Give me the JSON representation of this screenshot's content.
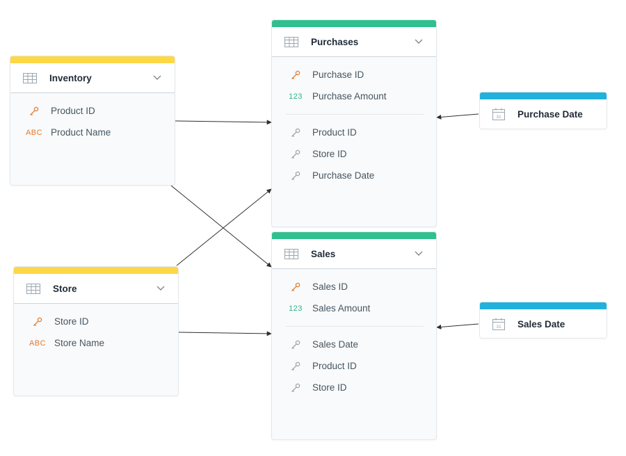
{
  "datasets": {
    "inventory": {
      "title": "Inventory",
      "fields": [
        {
          "type": "key-icon",
          "label": "Product ID"
        },
        {
          "type": "abc",
          "type_label": "ABC",
          "label": "Product Name"
        }
      ]
    },
    "store": {
      "title": "Store",
      "fields": [
        {
          "type": "key-icon",
          "label": "Store ID"
        },
        {
          "type": "abc",
          "type_label": "ABC",
          "label": "Store Name"
        }
      ]
    },
    "purchases": {
      "title": "Purchases",
      "fields": [
        {
          "type": "key-icon",
          "label": "Purchase ID"
        },
        {
          "type": "num",
          "type_label": "123",
          "label": "Purchase Amount"
        }
      ],
      "refs": [
        "Product ID",
        "Store ID",
        "Purchase Date"
      ]
    },
    "sales": {
      "title": "Sales",
      "fields": [
        {
          "type": "key-icon",
          "label": "Sales ID"
        },
        {
          "type": "num",
          "type_label": "123",
          "label": "Sales Amount"
        }
      ],
      "refs": [
        "Sales Date",
        "Product ID",
        "Store ID"
      ]
    },
    "purchase_date": {
      "title": "Purchase Date"
    },
    "sales_date": {
      "title": "Sales Date"
    }
  },
  "colors": {
    "attribute_bar": "#fdd846",
    "fact_bar": "#30c090",
    "date_bar": "#22b1dc",
    "key_primary": "#e6792d",
    "key_reference": "#9aa5ae"
  },
  "connections": [
    {
      "from": "Inventory",
      "to": "Purchases"
    },
    {
      "from": "Inventory",
      "to": "Sales"
    },
    {
      "from": "Store",
      "to": "Purchases"
    },
    {
      "from": "Store",
      "to": "Sales"
    },
    {
      "from": "Purchase Date",
      "to": "Purchases"
    },
    {
      "from": "Sales Date",
      "to": "Sales"
    }
  ]
}
